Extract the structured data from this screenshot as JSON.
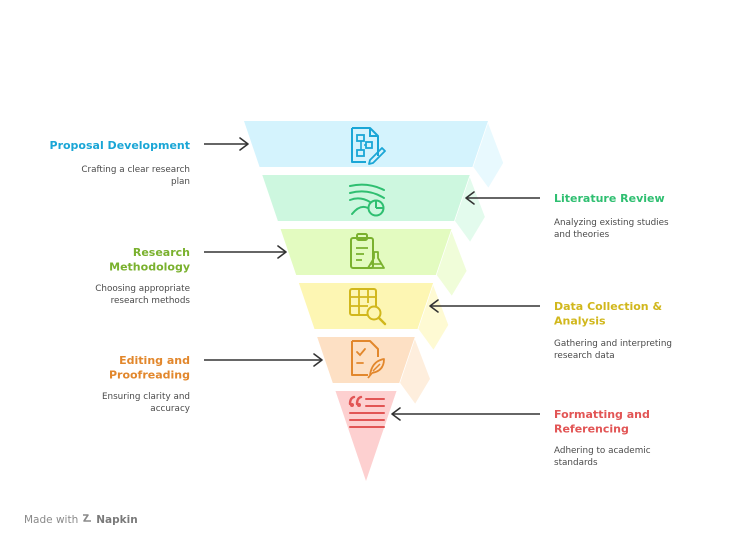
{
  "stages": [
    {
      "id": "proposal",
      "title": [
        "Proposal Development"
      ],
      "desc": [
        "Crafting a clear research",
        "plan"
      ],
      "side": "left",
      "color": "#1aa6d6",
      "fill": "#d4f3fd",
      "side_fill": "#e8f9fe",
      "icon": "flowchart-document-pen-icon"
    },
    {
      "id": "literature",
      "title": [
        "Literature Review"
      ],
      "desc": [
        "Analyzing existing studies",
        "and theories"
      ],
      "side": "right",
      "color": "#2fbf71",
      "fill": "#cdf7df",
      "side_fill": "#e3fbed",
      "icon": "wind-pie-chart-icon"
    },
    {
      "id": "methodology",
      "title": [
        "Research",
        "Methodology"
      ],
      "desc": [
        "Choosing appropriate",
        "research methods"
      ],
      "side": "left",
      "color": "#7ab12e",
      "fill": "#e3fbc0",
      "side_fill": "#f0fdd9",
      "icon": "clipboard-flask-icon"
    },
    {
      "id": "data",
      "title": [
        "Data Collection &",
        "Analysis"
      ],
      "desc": [
        "Gathering and interpreting",
        "research data"
      ],
      "side": "right",
      "color": "#d1b71c",
      "fill": "#fdf6b3",
      "side_fill": "#fefad3",
      "icon": "table-magnifier-icon"
    },
    {
      "id": "editing",
      "title": [
        "Editing and",
        "Proofreading"
      ],
      "desc": [
        "Ensuring clarity and",
        "accuracy"
      ],
      "side": "left",
      "color": "#e2872c",
      "fill": "#fde0c4",
      "side_fill": "#feeedd",
      "icon": "document-feather-icon"
    },
    {
      "id": "formatting",
      "title": [
        "Formatting and",
        "Referencing"
      ],
      "desc": [
        "Adhering to academic",
        "standards"
      ],
      "side": "right",
      "color": "#e25555",
      "fill": "#fdd0d0",
      "side_fill": "#fee4e4",
      "icon": "quote-lines-icon"
    }
  ],
  "footer": {
    "prefix": "Made with",
    "brand": "Napkin",
    "icon": "napkin-logo-icon"
  }
}
